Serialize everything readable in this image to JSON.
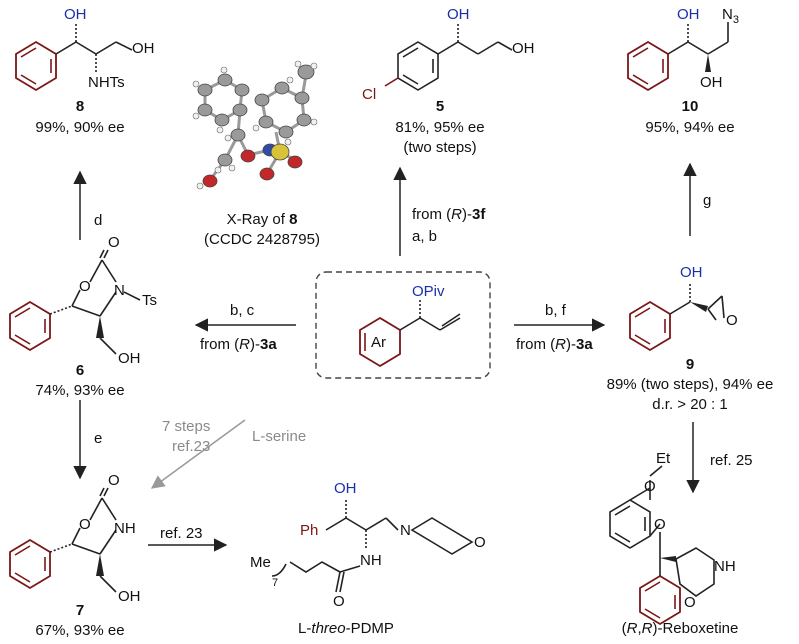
{
  "compounds": {
    "c8": {
      "id": "8",
      "result": "99%, 90% ee",
      "oh": "OH",
      "oh2": "OH",
      "nhts": "NHTs"
    },
    "c5": {
      "id": "5",
      "result": "81%, 95% ee",
      "note": "(two steps)",
      "oh": "OH",
      "oh2": "OH",
      "cl": "Cl"
    },
    "c10": {
      "id": "10",
      "result": "95%, 94% ee",
      "oh": "OH",
      "oh2": "OH",
      "n3": "N",
      "n3_sub": "3"
    },
    "c6": {
      "id": "6",
      "result": "74%, 93% ee",
      "o_ring": "O",
      "o_carbonyl": "O",
      "n": "N",
      "ts": "Ts",
      "oh": "OH"
    },
    "c9": {
      "id": "9",
      "result": "89% (two steps), 94% ee",
      "dr": "d.r. > 20 : 1",
      "oh": "OH",
      "o_epox": "O"
    },
    "c7": {
      "id": "7",
      "result": "67%, 93% ee",
      "o_ring": "O",
      "o_carbonyl": "O",
      "nh": "NH",
      "oh": "OH"
    },
    "sm": {
      "opiv": "OPiv",
      "ar": "Ar"
    },
    "pdmp": {
      "oh": "OH",
      "ph": "Ph",
      "n": "N",
      "o": "O",
      "nh": "NH",
      "o_carbonyl": "O",
      "me": "Me",
      "sub7": "7",
      "name_prefix": "L-",
      "name_italic": "threo",
      "name_suffix": "-PDMP"
    },
    "reboxetine": {
      "et": "Et",
      "o1": "O",
      "o2": "O",
      "nh": "NH",
      "o3": "O",
      "rr1": "R",
      "rr2": "R",
      "name": "-Reboxetine"
    }
  },
  "xray": {
    "label": "X-Ray of ",
    "compound": "8",
    "ccdc": "(CCDC 2428795)"
  },
  "arrows": {
    "d": {
      "label": "d"
    },
    "up5": {
      "line1_prefix": "from (",
      "line1_italic": "R",
      "line1_mid": ")-",
      "line1_bold": "3f",
      "line2": "a, b"
    },
    "g": {
      "label": "g"
    },
    "left": {
      "top": "b, c",
      "bottom_prefix": "from (",
      "bottom_italic": "R",
      "bottom_mid": ")-",
      "bottom_bold": "3a"
    },
    "right": {
      "top": "b, f",
      "bottom_prefix": "from (",
      "bottom_italic": "R",
      "bottom_mid": ")-",
      "bottom_bold": "3a"
    },
    "e": {
      "label": "e"
    },
    "serine": {
      "steps": "7 steps",
      "ref": "ref.23",
      "source": "L-serine"
    },
    "ref23": {
      "label": "ref. 23"
    },
    "ref25": {
      "label": "ref. 25"
    }
  },
  "colors": {
    "oh_blue": "#1b2fa8",
    "ring_red": "#7a1616",
    "xray_sulfur": "#d8c23a",
    "xray_oxygen": "#c2282a",
    "xray_nitrogen": "#2f4ba8"
  }
}
